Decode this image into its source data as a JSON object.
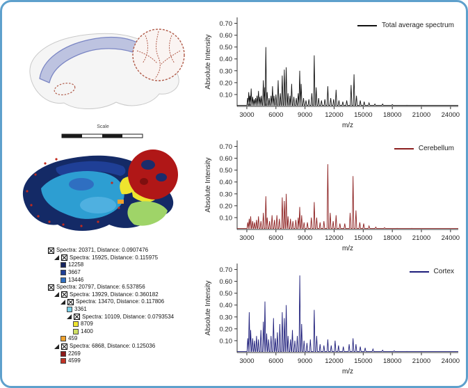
{
  "figure": {
    "border_color": "#5ea0cc",
    "background": "#ffffff"
  },
  "anatomy": {
    "scale_label": "Scale",
    "outline_regions": [
      {
        "name": "cortex",
        "color": "#b7bede",
        "outline": "#7b86c4"
      },
      {
        "name": "cerebellum",
        "color": "#faf4f2",
        "outline": "#b05a48"
      }
    ]
  },
  "segmentation_colors": [
    "#142a66",
    "#1f3f96",
    "#2f6fc1",
    "#2d9ed2",
    "#79d0e8",
    "#efe42e",
    "#cfe063",
    "#efa22e",
    "#8c1a1a",
    "#c23224",
    "#9fd468"
  ],
  "tree": {
    "rows": [
      {
        "depth": 0,
        "type": "node",
        "label": "Spectra: 20371, Distance: 0.0907476"
      },
      {
        "depth": 1,
        "type": "node",
        "label": "Spectra: 15925, Distance: 0.115975"
      },
      {
        "depth": 2,
        "type": "leaf",
        "label": "12258",
        "color": "#16245e"
      },
      {
        "depth": 2,
        "type": "leaf",
        "label": "3667",
        "color": "#1f3f96"
      },
      {
        "depth": 2,
        "type": "leaf",
        "label": "13446",
        "color": "#2f6fc1"
      },
      {
        "depth": 0,
        "type": "node",
        "label": "Spectra: 20797, Distance: 6.537856"
      },
      {
        "depth": 1,
        "type": "node",
        "label": "Spectra: 13929, Distance: 0.360182"
      },
      {
        "depth": 2,
        "type": "node",
        "label": "Spectra: 13470, Distance: 0.117806"
      },
      {
        "depth": 3,
        "type": "leaf",
        "label": "3361",
        "color": "#79d0e8"
      },
      {
        "depth": 3,
        "type": "node",
        "label": "Spectra: 10109, Distance: 0.0793534"
      },
      {
        "depth": 4,
        "type": "leaf",
        "label": "8709",
        "color": "#efe42e"
      },
      {
        "depth": 4,
        "type": "leaf",
        "label": "1400",
        "color": "#cfe063"
      },
      {
        "depth": 2,
        "type": "leaf",
        "label": "459",
        "color": "#efa22e"
      },
      {
        "depth": 1,
        "type": "node",
        "label": "Spectra: 6868, Distance: 0.125036"
      },
      {
        "depth": 2,
        "type": "leaf",
        "label": "2269",
        "color": "#8c1a1a"
      },
      {
        "depth": 2,
        "type": "leaf",
        "label": "4599",
        "color": "#c23224"
      }
    ]
  },
  "chart_data": [
    {
      "type": "line",
      "legend": "Total average spectrum",
      "color": "#111111",
      "xlabel": "m/z",
      "ylabel": "Absolute Intensity",
      "xlim": [
        2000,
        24800
      ],
      "ylim": [
        0,
        0.75
      ],
      "xticks": [
        3000,
        6000,
        9000,
        12000,
        15000,
        18000,
        21000,
        24000
      ],
      "yticks": [
        0.1,
        0.2,
        0.3,
        0.4,
        0.5,
        0.6,
        0.7
      ],
      "peaks": [
        [
          3080,
          0.07
        ],
        [
          3200,
          0.12
        ],
        [
          3320,
          0.09
        ],
        [
          3450,
          0.15
        ],
        [
          3600,
          0.08
        ],
        [
          3750,
          0.06
        ],
        [
          3900,
          0.07
        ],
        [
          4050,
          0.09
        ],
        [
          4200,
          0.13
        ],
        [
          4350,
          0.08
        ],
        [
          4500,
          0.09
        ],
        [
          4700,
          0.22
        ],
        [
          4850,
          0.16
        ],
        [
          4960,
          0.5
        ],
        [
          5100,
          0.12
        ],
        [
          5300,
          0.07
        ],
        [
          5500,
          0.09
        ],
        [
          5650,
          0.17
        ],
        [
          5800,
          0.09
        ],
        [
          6000,
          0.1
        ],
        [
          6230,
          0.22
        ],
        [
          6450,
          0.11
        ],
        [
          6650,
          0.26
        ],
        [
          6870,
          0.31
        ],
        [
          7060,
          0.33
        ],
        [
          7250,
          0.11
        ],
        [
          7450,
          0.09
        ],
        [
          7620,
          0.19
        ],
        [
          7850,
          0.08
        ],
        [
          8100,
          0.07
        ],
        [
          8300,
          0.11
        ],
        [
          8450,
          0.3
        ],
        [
          8600,
          0.19
        ],
        [
          8850,
          0.07
        ],
        [
          9100,
          0.05
        ],
        [
          9400,
          0.06
        ],
        [
          9700,
          0.11
        ],
        [
          9950,
          0.43
        ],
        [
          10150,
          0.16
        ],
        [
          10400,
          0.07
        ],
        [
          10700,
          0.05
        ],
        [
          11050,
          0.06
        ],
        [
          11350,
          0.17
        ],
        [
          11650,
          0.07
        ],
        [
          11950,
          0.06
        ],
        [
          12200,
          0.14
        ],
        [
          12500,
          0.05
        ],
        [
          12900,
          0.04
        ],
        [
          13300,
          0.05
        ],
        [
          13750,
          0.18
        ],
        [
          14050,
          0.27
        ],
        [
          14300,
          0.09
        ],
        [
          14700,
          0.05
        ],
        [
          15100,
          0.04
        ],
        [
          15600,
          0.03
        ],
        [
          16200,
          0.02
        ],
        [
          17000,
          0.02
        ],
        [
          18000,
          0.015
        ],
        [
          19500,
          0.01
        ],
        [
          21000,
          0.01
        ],
        [
          22500,
          0.008
        ],
        [
          24000,
          0.008
        ]
      ]
    },
    {
      "type": "line",
      "legend": "Cerebellum",
      "color": "#8b1e1e",
      "xlabel": "m/z",
      "ylabel": "Absolute Intensity",
      "xlim": [
        2000,
        24800
      ],
      "ylim": [
        0,
        0.75
      ],
      "xticks": [
        3000,
        6000,
        9000,
        12000,
        15000,
        18000,
        21000,
        24000
      ],
      "yticks": [
        0.1,
        0.2,
        0.3,
        0.4,
        0.5,
        0.6,
        0.7
      ],
      "peaks": [
        [
          3100,
          0.06
        ],
        [
          3250,
          0.09
        ],
        [
          3400,
          0.11
        ],
        [
          3600,
          0.07
        ],
        [
          3800,
          0.06
        ],
        [
          4000,
          0.08
        ],
        [
          4200,
          0.11
        ],
        [
          4450,
          0.07
        ],
        [
          4700,
          0.14
        ],
        [
          4960,
          0.28
        ],
        [
          5100,
          0.1
        ],
        [
          5350,
          0.07
        ],
        [
          5600,
          0.12
        ],
        [
          5850,
          0.08
        ],
        [
          6100,
          0.12
        ],
        [
          6350,
          0.09
        ],
        [
          6650,
          0.27
        ],
        [
          6870,
          0.24
        ],
        [
          7060,
          0.3
        ],
        [
          7250,
          0.11
        ],
        [
          7500,
          0.09
        ],
        [
          7750,
          0.07
        ],
        [
          8050,
          0.08
        ],
        [
          8300,
          0.1
        ],
        [
          8450,
          0.19
        ],
        [
          8650,
          0.12
        ],
        [
          8900,
          0.06
        ],
        [
          9250,
          0.06
        ],
        [
          9650,
          0.1
        ],
        [
          9950,
          0.23
        ],
        [
          10200,
          0.1
        ],
        [
          10550,
          0.06
        ],
        [
          10950,
          0.07
        ],
        [
          11350,
          0.55
        ],
        [
          11600,
          0.14
        ],
        [
          11900,
          0.07
        ],
        [
          12200,
          0.12
        ],
        [
          12600,
          0.05
        ],
        [
          13100,
          0.05
        ],
        [
          13650,
          0.14
        ],
        [
          13950,
          0.45
        ],
        [
          14250,
          0.16
        ],
        [
          14650,
          0.06
        ],
        [
          15050,
          0.05
        ],
        [
          15600,
          0.03
        ],
        [
          16300,
          0.02
        ],
        [
          17200,
          0.015
        ],
        [
          18500,
          0.01
        ],
        [
          20000,
          0.01
        ],
        [
          22000,
          0.008
        ],
        [
          24000,
          0.008
        ]
      ]
    },
    {
      "type": "line",
      "legend": "Cortex",
      "color": "#1d1d7a",
      "xlabel": "m/z",
      "ylabel": "Absolute Intensity",
      "xlim": [
        2000,
        24800
      ],
      "ylim": [
        0,
        0.75
      ],
      "xticks": [
        3000,
        6000,
        9000,
        12000,
        15000,
        18000,
        21000,
        24000
      ],
      "yticks": [
        0.1,
        0.2,
        0.3,
        0.4,
        0.5,
        0.6,
        0.7
      ],
      "peaks": [
        [
          3100,
          0.12
        ],
        [
          3250,
          0.34
        ],
        [
          3400,
          0.19
        ],
        [
          3600,
          0.12
        ],
        [
          3800,
          0.1
        ],
        [
          4000,
          0.14
        ],
        [
          4200,
          0.11
        ],
        [
          4450,
          0.19
        ],
        [
          4700,
          0.26
        ],
        [
          4870,
          0.43
        ],
        [
          5050,
          0.16
        ],
        [
          5250,
          0.11
        ],
        [
          5500,
          0.14
        ],
        [
          5750,
          0.29
        ],
        [
          5950,
          0.12
        ],
        [
          6150,
          0.17
        ],
        [
          6400,
          0.24
        ],
        [
          6650,
          0.34
        ],
        [
          6870,
          0.29
        ],
        [
          7060,
          0.4
        ],
        [
          7250,
          0.14
        ],
        [
          7500,
          0.11
        ],
        [
          7700,
          0.19
        ],
        [
          7950,
          0.1
        ],
        [
          8200,
          0.14
        ],
        [
          8460,
          0.65
        ],
        [
          8650,
          0.24
        ],
        [
          8900,
          0.1
        ],
        [
          9200,
          0.08
        ],
        [
          9550,
          0.11
        ],
        [
          9950,
          0.36
        ],
        [
          10200,
          0.14
        ],
        [
          10550,
          0.07
        ],
        [
          10950,
          0.06
        ],
        [
          11350,
          0.11
        ],
        [
          11700,
          0.06
        ],
        [
          12100,
          0.1
        ],
        [
          12450,
          0.06
        ],
        [
          12950,
          0.05
        ],
        [
          13550,
          0.07
        ],
        [
          13950,
          0.12
        ],
        [
          14250,
          0.07
        ],
        [
          14700,
          0.05
        ],
        [
          15200,
          0.04
        ],
        [
          16000,
          0.03
        ],
        [
          17000,
          0.02
        ],
        [
          18200,
          0.015
        ],
        [
          19500,
          0.01
        ],
        [
          21000,
          0.01
        ],
        [
          22500,
          0.008
        ],
        [
          24000,
          0.008
        ]
      ]
    }
  ]
}
